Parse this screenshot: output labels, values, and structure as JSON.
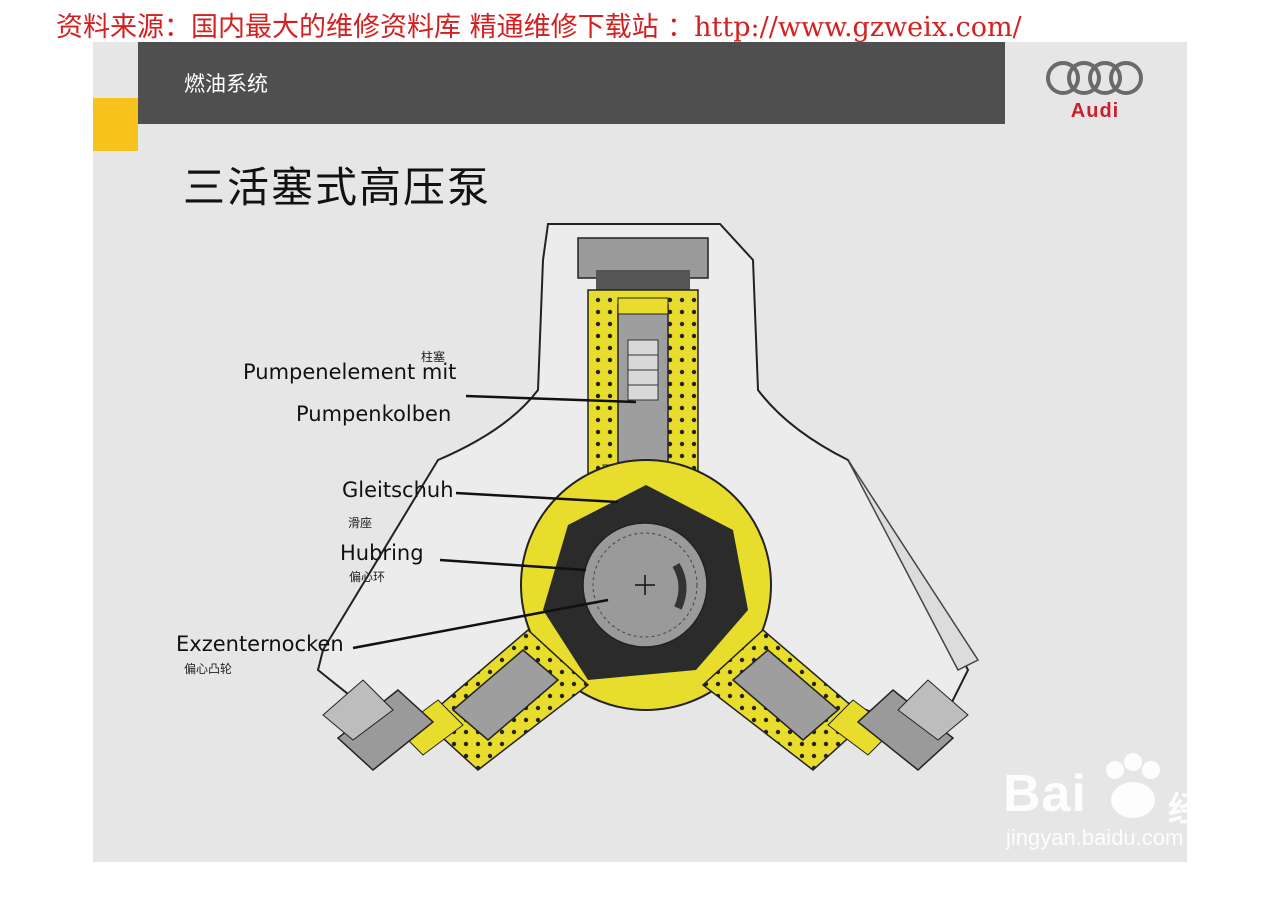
{
  "source_banner": "资料来源：国内最大的维修资料库 精通维修下载站 ：http://www.gzweix.com/",
  "header": {
    "section_title": "燃油系统"
  },
  "logo": {
    "brand_text": "Audi"
  },
  "slide": {
    "title": "三活塞式高压泵"
  },
  "labels": {
    "pump_element_line1": "Pumpenelement mit",
    "pump_element_line2": "Pumpenkolben",
    "pump_element_cn": "柱塞",
    "slide_shoe": "Gleitschuh",
    "slide_shoe_cn": "滑座",
    "cam_ring": "Hubring",
    "cam_ring_cn": "偏心环",
    "eccentric_cam": "Exzenternocken",
    "eccentric_cam_cn": "偏心凸轮"
  },
  "watermark": {
    "brand": "Bai",
    "brand_cn": "经验",
    "url": "jingyan.baidu.com"
  },
  "colors": {
    "banner_text": "#d42020",
    "header_bar": "#4f4f4f",
    "accent": "#f6c21b",
    "slide_bg": "#e6e6e6",
    "pump_yellow": "#e8dc2c",
    "cam_ring": "#2b2b2b",
    "audi_red": "#cc1f2d"
  }
}
